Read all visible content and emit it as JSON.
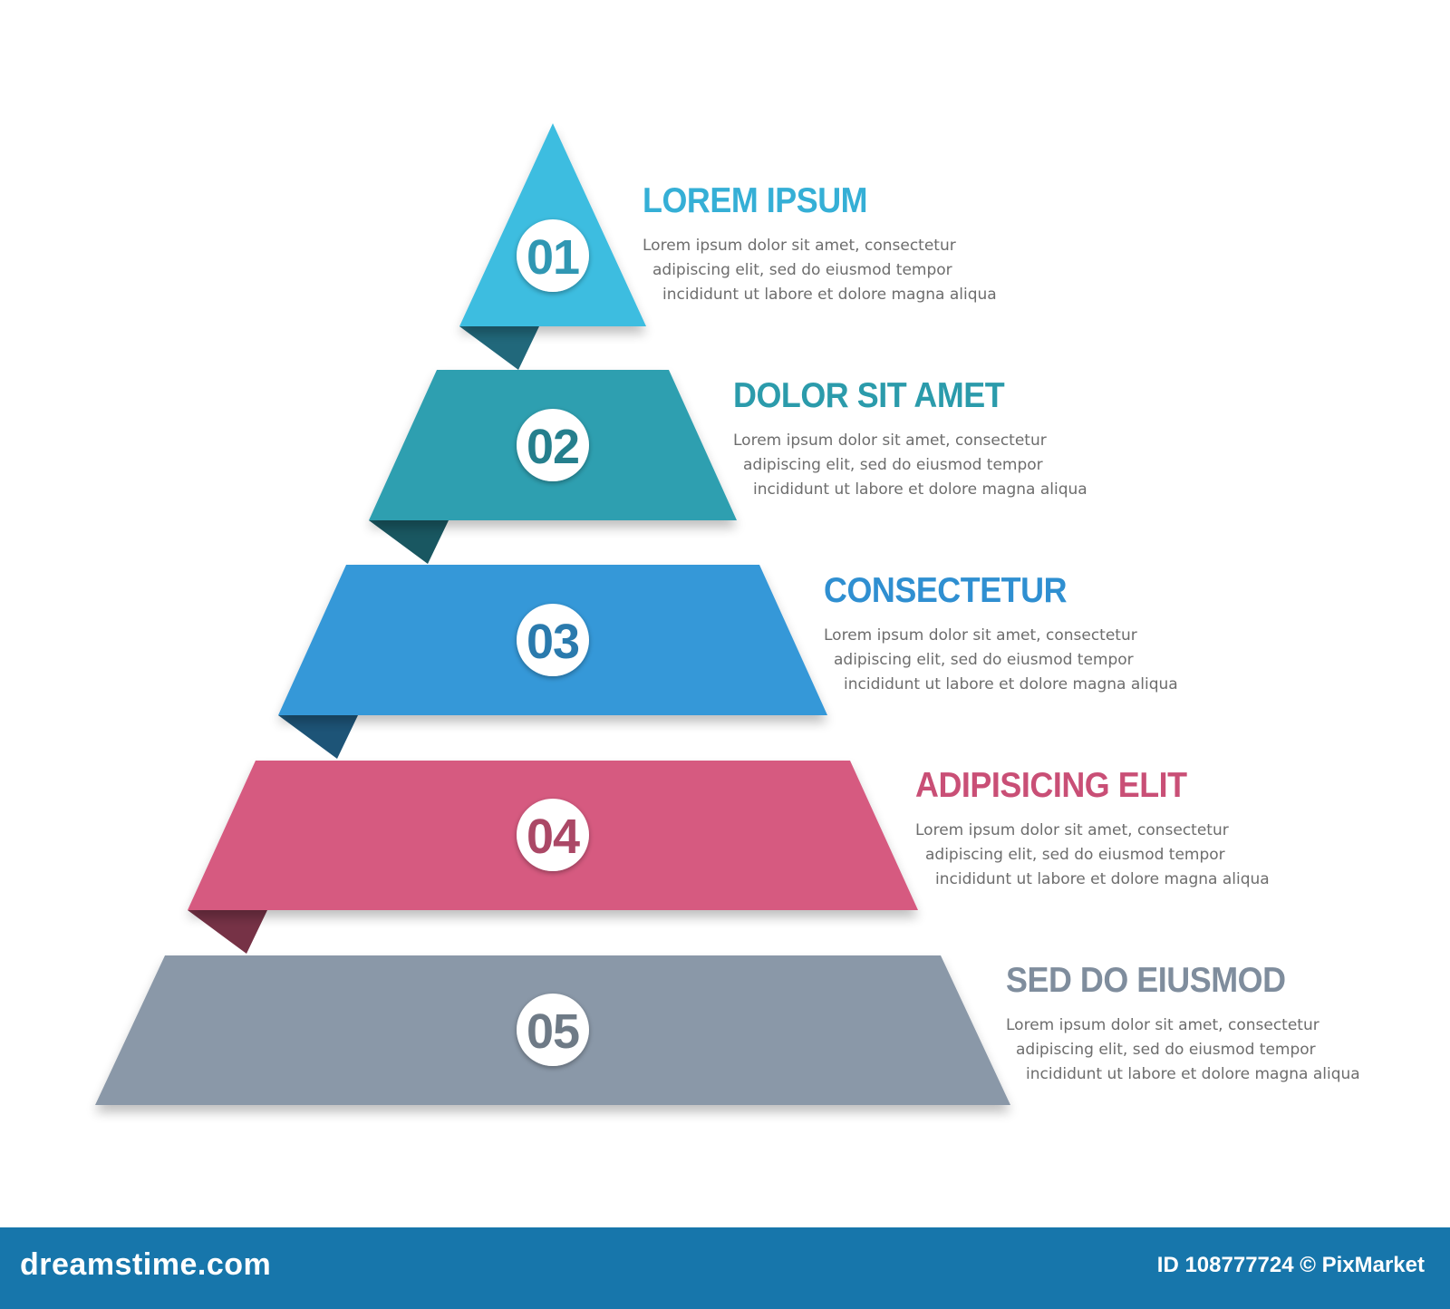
{
  "levels": [
    {
      "number": "01",
      "title": "LOREM IPSUM",
      "lines": [
        "Lorem ipsum dolor sit amet, consectetur",
        "adipiscing elit, sed do eiusmod tempor",
        "incididunt ut labore et dolore magna aliqua"
      ],
      "color": "#3cbde0",
      "title_color": "#35afd6"
    },
    {
      "number": "02",
      "title": "DOLOR SIT AMET",
      "lines": [
        "Lorem ipsum dolor sit amet, consectetur",
        "adipiscing elit, sed do eiusmod tempor",
        "incididunt ut labore et dolore magna aliqua"
      ],
      "color": "#2e9fb0",
      "title_color": "#2b9bab"
    },
    {
      "number": "03",
      "title": "CONSECTETUR",
      "lines": [
        "Lorem ipsum dolor sit amet, consectetur",
        "adipiscing elit, sed do eiusmod tempor",
        "incididunt ut labore et dolore magna aliqua"
      ],
      "color": "#3598d8",
      "title_color": "#2f8fd1"
    },
    {
      "number": "04",
      "title": "ADIPISICING ELIT",
      "lines": [
        "Lorem ipsum dolor sit amet, consectetur",
        "adipiscing elit, sed do eiusmod tempor",
        "incididunt ut labore et dolore magna aliqua"
      ],
      "color": "#d65a80",
      "title_color": "#c94f76"
    },
    {
      "number": "05",
      "title": "SED DO EIUSMOD",
      "lines": [
        "Lorem ipsum dolor sit amet, consectetur",
        "adipiscing elit, sed do eiusmod tempor",
        "incididunt ut labore et dolore magna aliqua"
      ],
      "color": "#8a98a8",
      "title_color": "#7f8d9d"
    }
  ],
  "footer": {
    "site": "dreamstime.com",
    "id_text": "ID 108777724 © PixMarket"
  }
}
